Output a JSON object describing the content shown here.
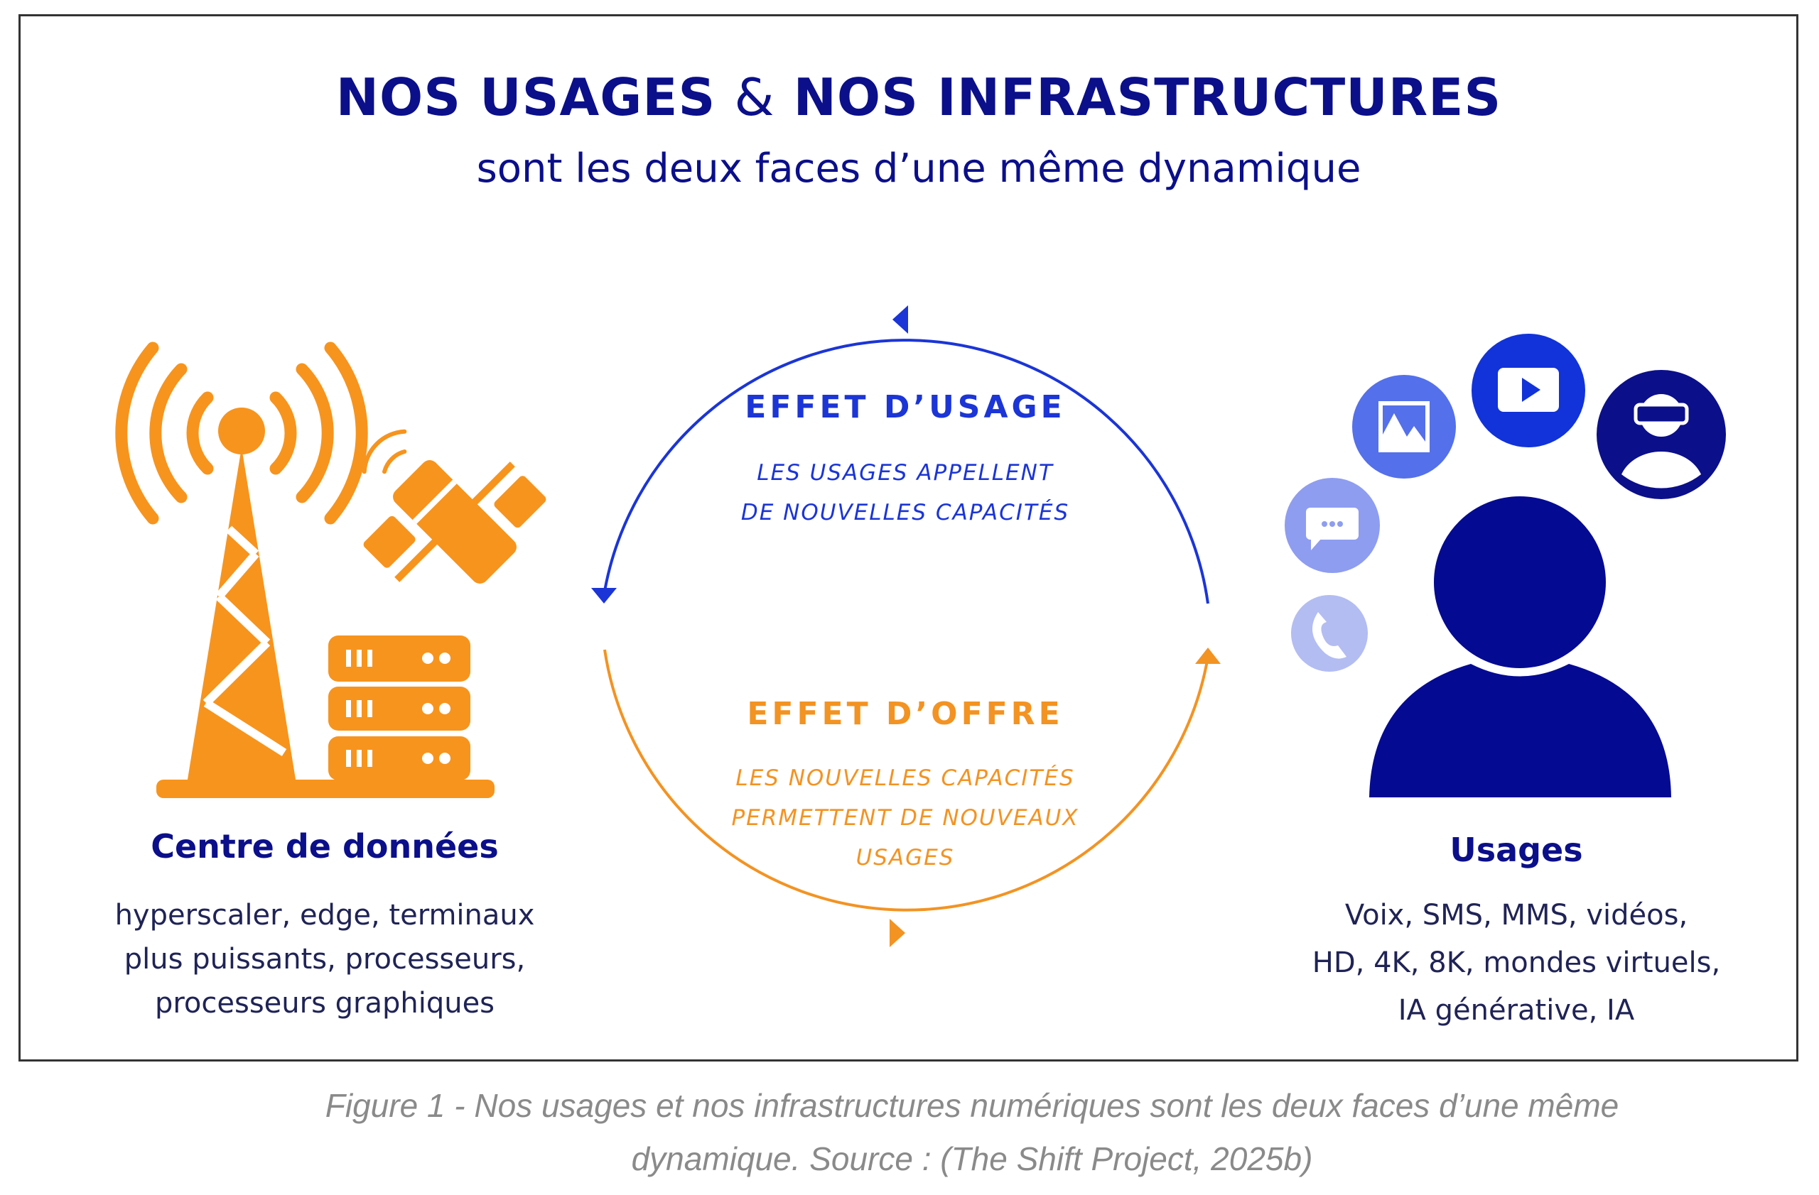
{
  "title": {
    "part1": "NOS USAGES",
    "amp": "&",
    "part2": "NOS INFRASTRUCTURES"
  },
  "subtitle": "sont les deux faces d’une même dynamique",
  "effet_usage": {
    "heading": "EFFET D’USAGE",
    "lines": [
      "LES USAGES APPELLENT",
      "DE NOUVELLES CAPACITÉS"
    ]
  },
  "effet_offre": {
    "heading": "EFFET D’OFFRE",
    "lines": [
      "LES NOUVELLES CAPACITÉS",
      "PERMETTENT DE NOUVEAUX",
      "USAGES"
    ]
  },
  "left": {
    "label": "Centre de données",
    "lines": [
      "hyperscaler, edge, terminaux",
      "plus puissants, processeurs,",
      "processeurs graphiques"
    ]
  },
  "right": {
    "label": "Usages",
    "lines": [
      "Voix, SMS, MMS, vidéos,",
      "HD, 4K, 8K, mondes virtuels,",
      "IA générative, IA"
    ]
  },
  "caption": {
    "lines": [
      "Figure 1 - Nos usages et nos infrastructures numériques sont les deux faces d’une même",
      "dynamique. Source : (The Shift Project, 2025b)"
    ]
  },
  "colors": {
    "navy": "#0b0f8a",
    "blue": "#1b35d6",
    "orange": "#f7941d"
  }
}
